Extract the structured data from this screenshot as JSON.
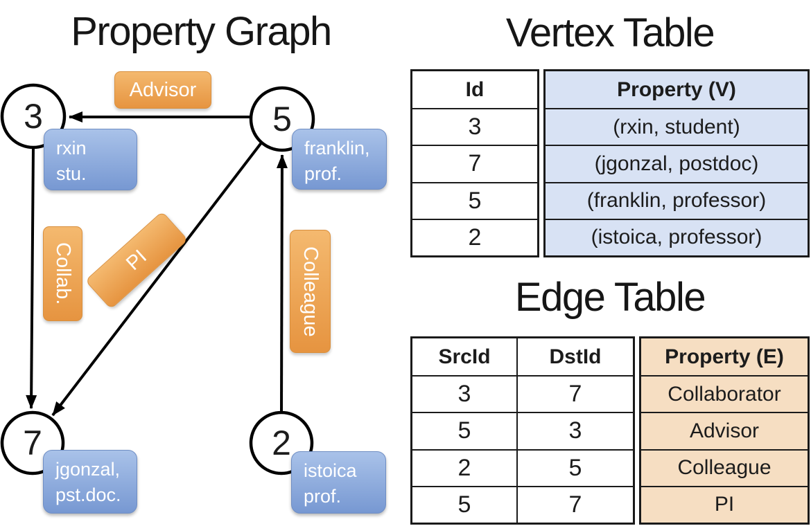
{
  "graph": {
    "title": "Property Graph",
    "nodes": [
      {
        "id": "3",
        "property_lines": [
          "rxin",
          "stu."
        ]
      },
      {
        "id": "5",
        "property_lines": [
          "franklin,",
          "prof."
        ]
      },
      {
        "id": "7",
        "property_lines": [
          "jgonzal,",
          "pst.doc."
        ]
      },
      {
        "id": "2",
        "property_lines": [
          "istoica",
          "prof."
        ]
      }
    ],
    "edges": [
      {
        "from": "5",
        "to": "3",
        "label": "Advisor"
      },
      {
        "from": "3",
        "to": "7",
        "label": "Collab."
      },
      {
        "from": "5",
        "to": "7",
        "label": "PI"
      },
      {
        "from": "2",
        "to": "5",
        "label": "Colleague"
      }
    ]
  },
  "vertex_table": {
    "title": "Vertex Table",
    "columns": {
      "id": "Id",
      "property": "Property (V)"
    },
    "rows": [
      {
        "id": "3",
        "property": "(rxin, student)"
      },
      {
        "id": "7",
        "property": "(jgonzal, postdoc)"
      },
      {
        "id": "5",
        "property": "(franklin, professor)"
      },
      {
        "id": "2",
        "property": "(istoica, professor)"
      }
    ]
  },
  "edge_table": {
    "title": "Edge Table",
    "columns": {
      "src": "SrcId",
      "dst": "DstId",
      "property": "Property (E)"
    },
    "rows": [
      {
        "src": "3",
        "dst": "7",
        "property": "Collaborator"
      },
      {
        "src": "5",
        "dst": "3",
        "property": "Advisor"
      },
      {
        "src": "2",
        "dst": "5",
        "property": "Colleague"
      },
      {
        "src": "5",
        "dst": "7",
        "property": "PI"
      }
    ]
  },
  "colors": {
    "edge_label_top": "#F4B96F",
    "edge_label_bottom": "#E69440",
    "edge_label_border": "#D98F3D",
    "vertex_box_top": "#A9C2E9",
    "vertex_box_bottom": "#7798D2",
    "vertex_box_border": "#6F8EC4",
    "vertex_cell_bg": "#D8E2F4",
    "edge_cell_bg": "#F6DEC2",
    "table_border": "#1a1a1a",
    "box_text": "#FFFFFF"
  }
}
